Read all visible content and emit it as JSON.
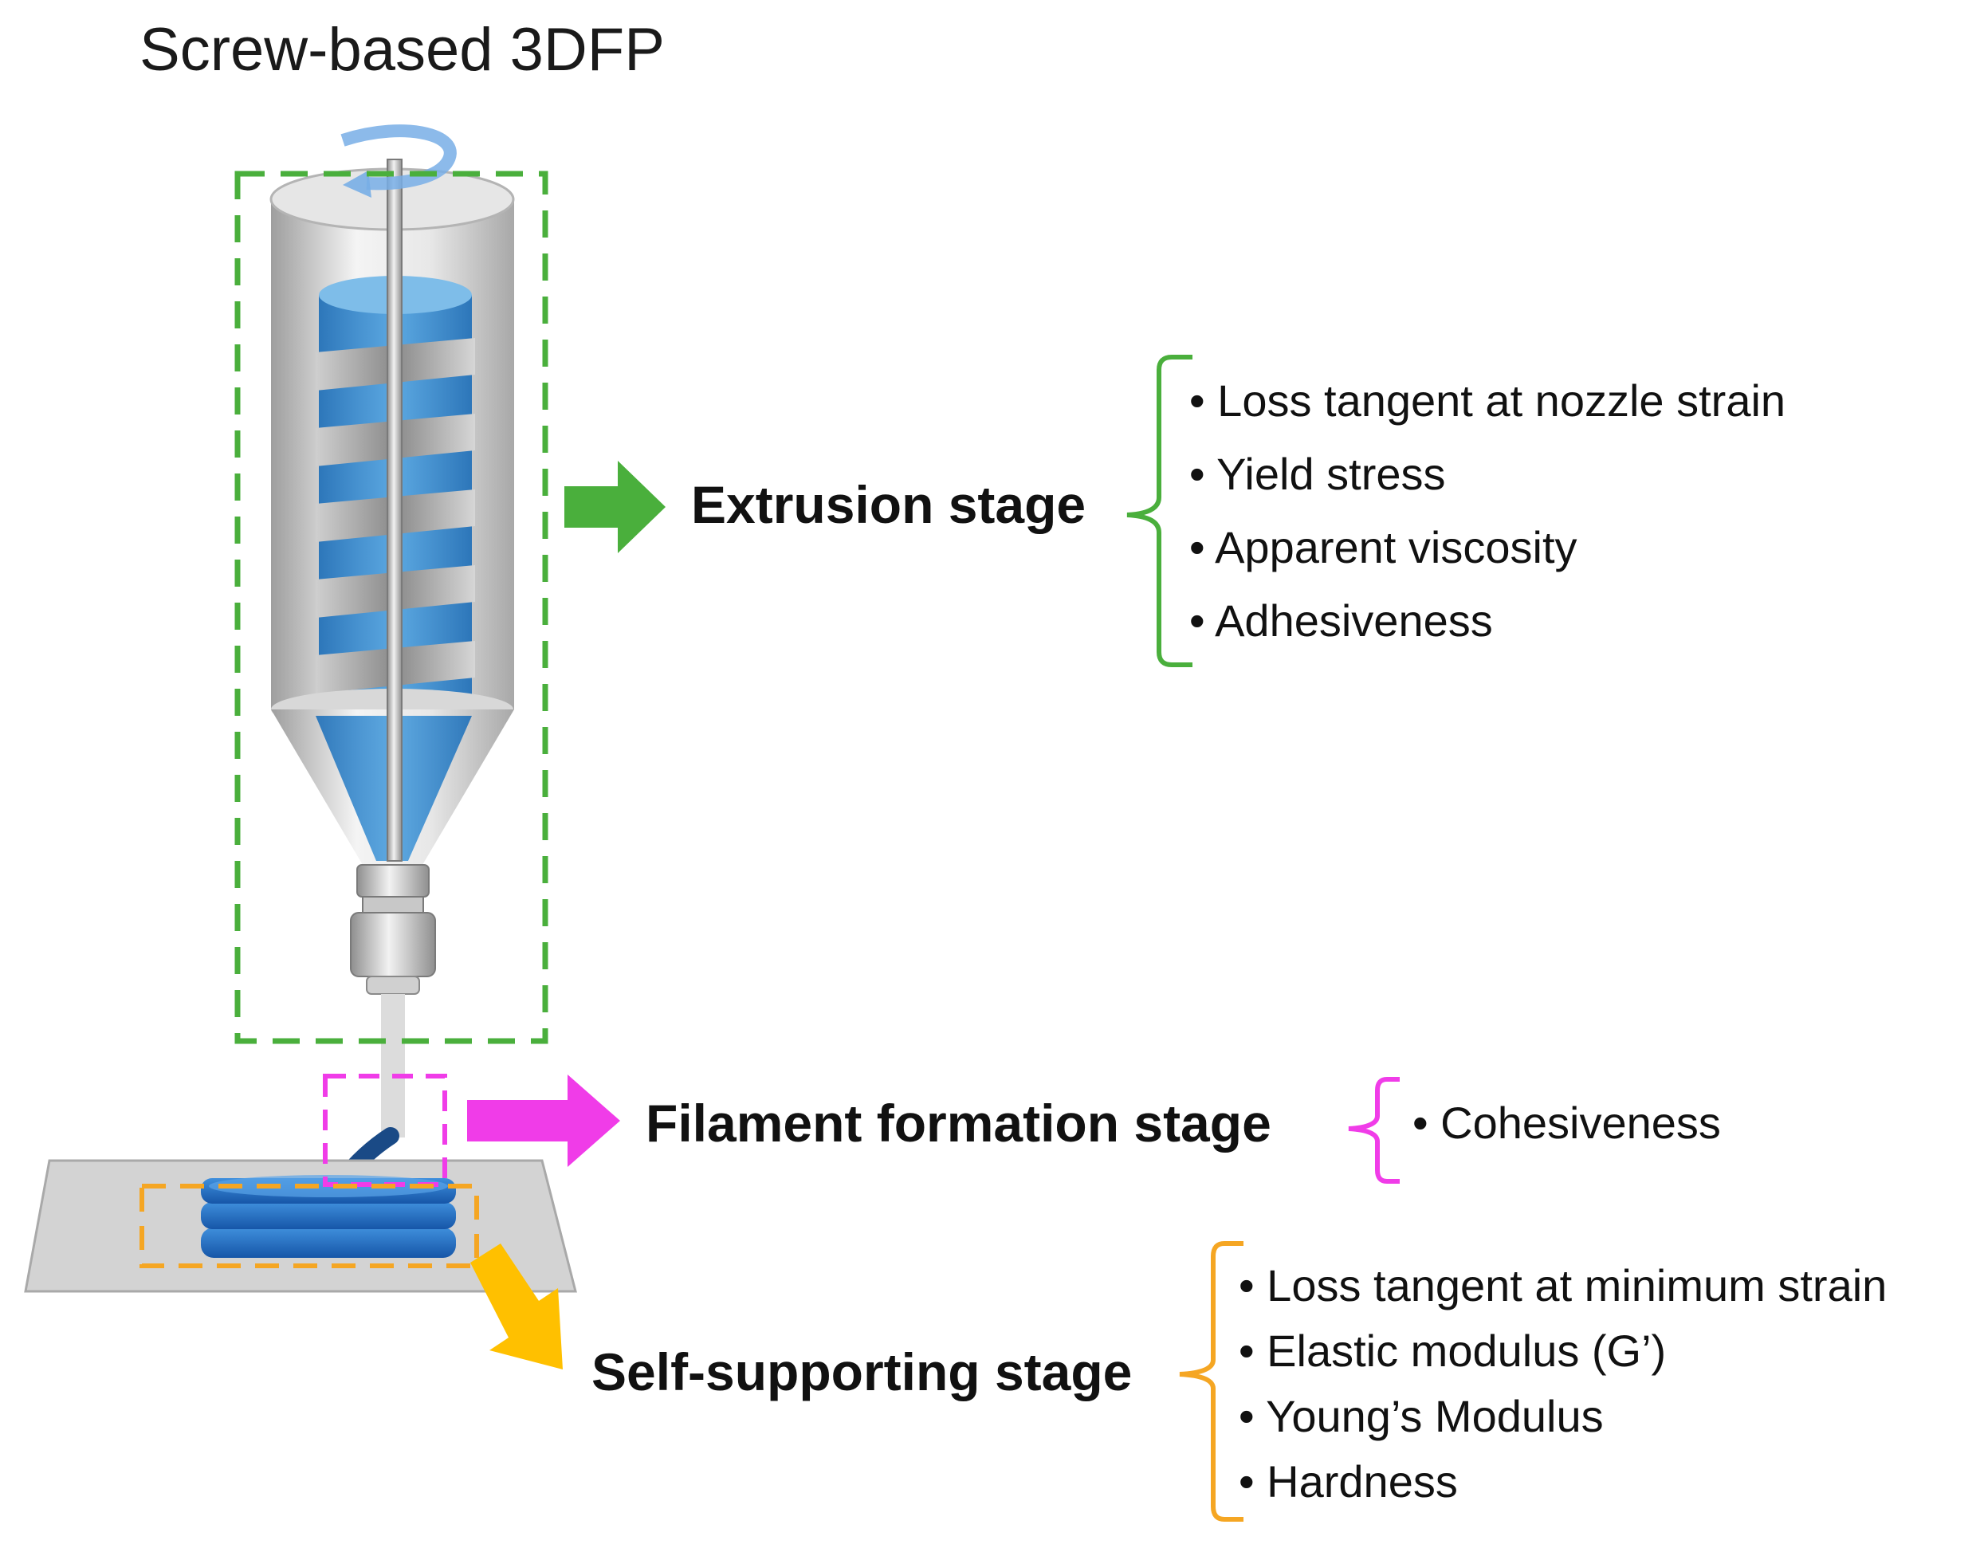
{
  "title": "Screw-based 3DFP",
  "colors": {
    "extrusion": "#4aaf3c",
    "filament": "#f03ce8",
    "self_supporting": "#f5a623",
    "arrow_self_supporting": "#ffc000",
    "ink": "#4a97d8"
  },
  "stages": {
    "extrusion": {
      "label": "Extrusion stage",
      "items": [
        "Loss tangent at nozzle strain",
        "Yield stress",
        "Apparent viscosity",
        "Adhesiveness"
      ]
    },
    "filament": {
      "label": "Filament formation stage",
      "items": [
        "Cohesiveness"
      ]
    },
    "self_supporting": {
      "label": "Self-supporting stage",
      "items": [
        "Loss tangent at minimum strain",
        "Elastic modulus (G’)",
        "Young’s Modulus",
        "Hardness"
      ]
    }
  },
  "icons": [
    "rotation-arrow-icon",
    "screw-extruder-icon",
    "print-bed-icon",
    "printed-layers-icon"
  ]
}
